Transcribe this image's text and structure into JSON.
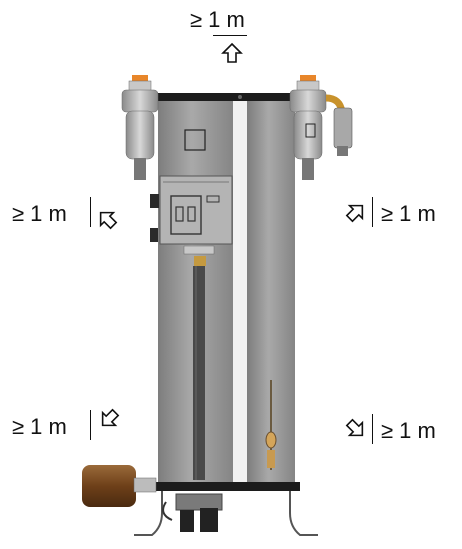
{
  "clearances": {
    "top": "≥ 1 m",
    "upper_left": "≥ 1 m",
    "upper_right": "≥ 1 m",
    "lower_left": "≥ 1 m",
    "lower_right": "≥ 1 m"
  },
  "icons": {
    "top": "arrow-up-icon",
    "upper_left": "arrow-up-left-icon",
    "upper_right": "arrow-down-left-icon",
    "lower_left": "arrow-up-right-icon",
    "lower_right": "arrow-down-right-icon"
  },
  "colors": {
    "panel": "#9a9a9a",
    "frame": "#1c1c1c",
    "filter_orange": "#e8862a",
    "muffler": "#7a4a20"
  }
}
